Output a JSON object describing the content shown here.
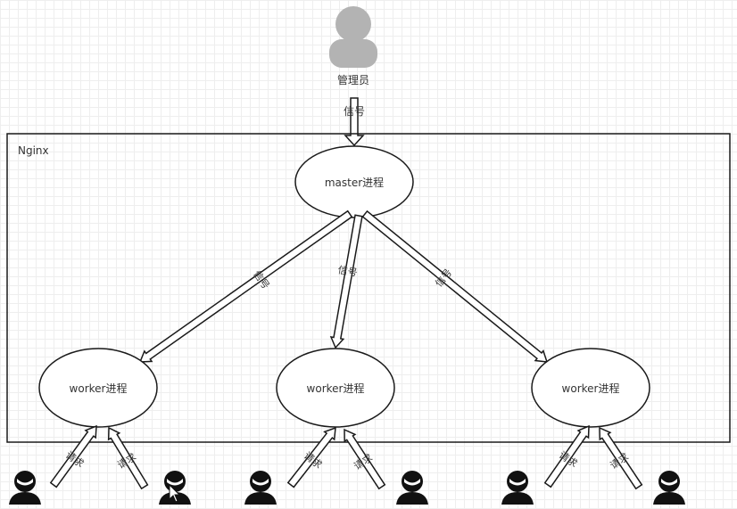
{
  "admin": {
    "label": "管理员",
    "signal_label": "信号"
  },
  "container": {
    "title": "Nginx"
  },
  "master": {
    "label": "master进程"
  },
  "workers": [
    {
      "label": "worker进程"
    },
    {
      "label": "worker进程"
    },
    {
      "label": "worker进程"
    }
  ],
  "master_to_worker_labels": [
    "信号",
    "信号",
    "信号"
  ],
  "client_request_label": "请求",
  "colors": {
    "line": "#1a1a1a",
    "person_gray": "#b3b3b3",
    "client_black": "#111111"
  }
}
